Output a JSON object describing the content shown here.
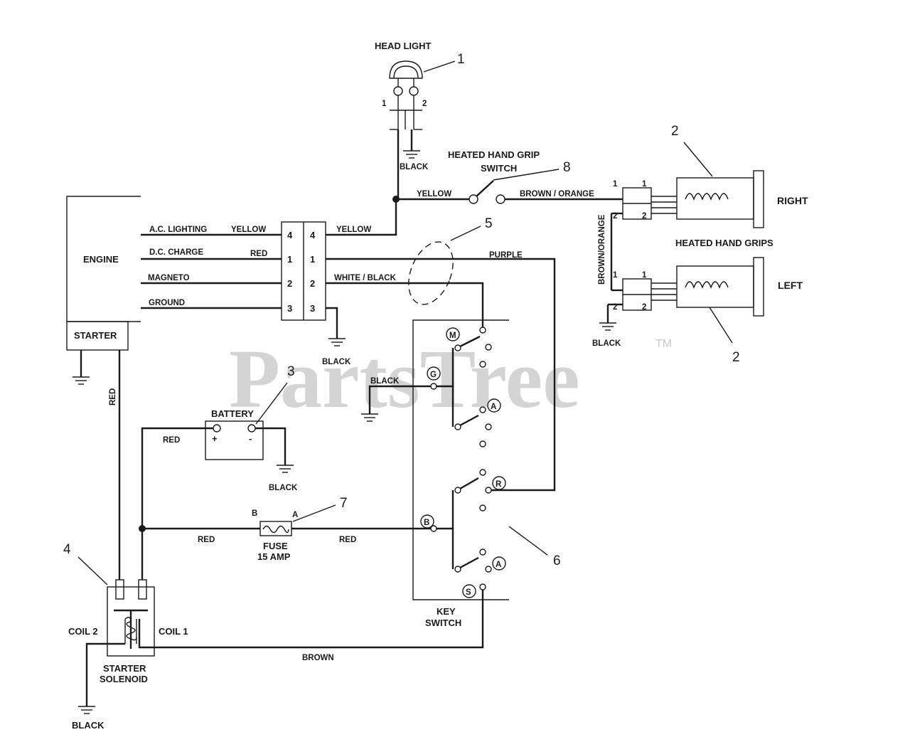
{
  "watermark": {
    "text": "PartsTree",
    "trademark": "TM"
  },
  "callouts": {
    "c1": "1",
    "c2a": "2",
    "c2b": "2",
    "c3": "3",
    "c4": "4",
    "c5": "5",
    "c6": "6",
    "c7": "7",
    "c8": "8"
  },
  "headlight": {
    "title": "HEAD LIGHT",
    "pin1": "1",
    "pin2": "2",
    "ground": "BLACK"
  },
  "grip_switch": {
    "line1": "HEATED HAND GRIP",
    "line2": "SWITCH",
    "wire_in": "YELLOW",
    "wire_out": "BROWN / ORANGE"
  },
  "grips": {
    "right": "RIGHT",
    "left": "LEFT",
    "title": "HEATED HAND GRIPS",
    "cross_wire": "BROWN/ORANGE",
    "ground": "BLACK",
    "pins": {
      "r1a": "1",
      "r1b": "1",
      "r2a": "2",
      "r2b": "2",
      "l1a": "1",
      "l1b": "1",
      "l2a": "2",
      "l2b": "2"
    }
  },
  "engine": {
    "title": "ENGINE",
    "starter": "STARTER",
    "leads": [
      {
        "name": "A.C. LIGHTING",
        "color": "YELLOW"
      },
      {
        "name": "D.C. CHARGE",
        "color": "RED"
      },
      {
        "name": "MAGNETO",
        "color": ""
      },
      {
        "name": "GROUND",
        "color": ""
      }
    ]
  },
  "connector": {
    "left_pins": [
      "4",
      "1",
      "2",
      "3"
    ],
    "right_pins": [
      "4",
      "1",
      "2",
      "3"
    ],
    "out_wires": {
      "yellow": "YELLOW",
      "purple": "PURPLE",
      "white_black": "WHITE / BLACK",
      "ground": "BLACK"
    }
  },
  "key_switch": {
    "line1": "KEY",
    "line2": "SWITCH",
    "terminals": [
      "M",
      "G",
      "A",
      "R",
      "B",
      "A",
      "S"
    ],
    "ground_wire": "BLACK"
  },
  "battery": {
    "title": "BATTERY",
    "pos": "+",
    "neg": "-",
    "pos_wire": "RED",
    "ground": "BLACK"
  },
  "fuse": {
    "line1": "FUSE",
    "line2": "15 AMP",
    "term_b": "B",
    "term_a": "A",
    "wire_left": "RED",
    "wire_right": "RED"
  },
  "solenoid": {
    "line1": "STARTER",
    "line2": "SOLENOID",
    "coil2": "COIL 2",
    "coil1": "COIL 1",
    "ground": "BLACK",
    "starter_wire": "RED",
    "brown_wire": "BROWN"
  }
}
